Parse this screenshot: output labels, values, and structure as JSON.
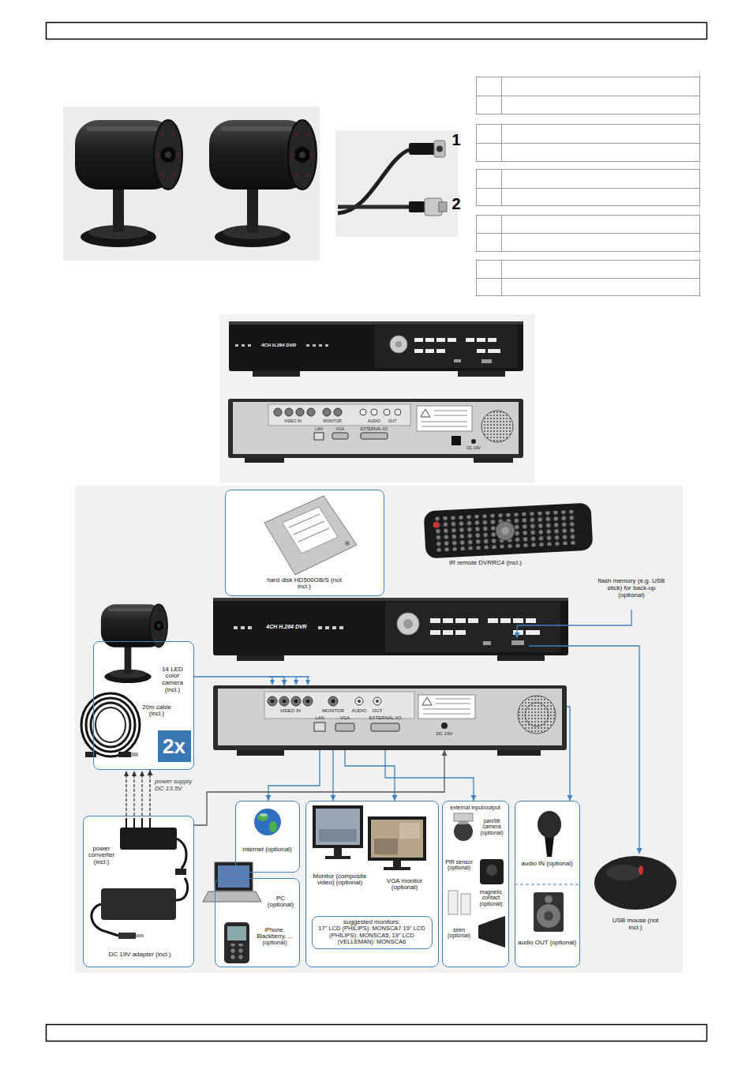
{
  "diagram": {
    "nodes": [
      {
        "text": [
          "hard disk HD500GB/S (not incl.)"
        ]
      },
      {
        "text": [
          "4CH H.264 DVR"
        ]
      },
      {
        "text": [
          "VIDEO IN",
          "MONITOR",
          "AUDIO",
          "OUT",
          "LAN",
          "VGA",
          "EXTERNAL I/O",
          "DC 19V"
        ]
      },
      {
        "text": [
          "14 LED color camera (incl.)",
          "20m cable (incl.)",
          "2x"
        ]
      },
      {
        "text": [
          "power converter (incl.)",
          "DC 19V adapter (incl.)"
        ]
      },
      {
        "text": [
          "internet (optional)"
        ]
      },
      {
        "text": [
          "PC (optional)",
          "iPhone, Blackberry, ... (optional)"
        ]
      },
      {
        "text": [
          "Monitor (composite video) (optional)",
          "VGA monitor (optional)"
        ]
      },
      {
        "text": [
          "suggested monitors:",
          "17\" LCD (PHILIPS): MONSCA7 19\" LCD (PHILIPS): MONSCA5, 19\" LCD (VELLEMAN): MONSCA6"
        ],
        "in": 7
      },
      {
        "text": [
          "external input/output",
          "pan/tilt camera (optional)",
          "PIR sensor (optional)",
          "magnetic contact (optional)",
          "siren (optional)"
        ]
      },
      {
        "text": [
          "audio IN (optional)",
          "audio OUT (optional)"
        ]
      }
    ],
    "edges": [
      {
        "from": 3,
        "to": 2,
        "arrow": "to"
      },
      {
        "from": 2,
        "to": 5,
        "arrow": "to"
      },
      {
        "from": 2,
        "to": 7,
        "arrow": "to"
      },
      {
        "from": 2,
        "to": 7,
        "arrow": "to"
      },
      {
        "from": 2,
        "to": 9,
        "arrow": "to"
      },
      {
        "from": 2,
        "to": 10,
        "arrow": "to"
      },
      {
        "from": 4,
        "to": 3,
        "label": "power supply DC 13.5V",
        "arrow": "to"
      },
      {
        "from": 4,
        "to": 2,
        "arrow": "to"
      }
    ],
    "labels": [
      "1",
      "2",
      "4CH H.264 DVR",
      "VIDEO IN",
      "MONITOR",
      "AUDIO",
      "OUT",
      "LAN",
      "VGA",
      "EXTERNAL I/O",
      "DC 19V",
      "IR remote DVRRC4 (incl.)",
      "flash memory (e.g. USB stick) for back-up (optional)",
      "USB mouse (not incl.)"
    ]
  }
}
